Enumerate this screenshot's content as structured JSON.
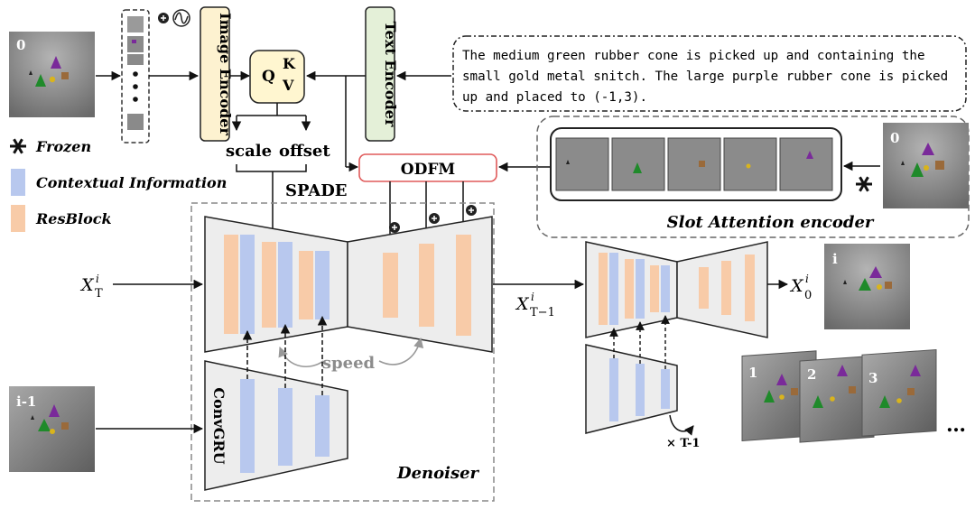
{
  "inputs": {
    "frame0_label": "0",
    "frame_prev_label": "i-1",
    "frame_out_label": "i",
    "slot_frame_label": "0"
  },
  "encoders": {
    "image_encoder": "Image Encoder",
    "text_encoder": "Text Encoder",
    "slot_attention": "Slot Attention encoder"
  },
  "attention": {
    "q": "Q",
    "k": "K",
    "v": "V"
  },
  "spade": {
    "scale": "scale",
    "offset": "offset",
    "name": "SPADE"
  },
  "odfm": "ODFM",
  "prompt": {
    "line1": "The medium green rubber cone is picked up and containing the",
    "line2": "small gold metal snitch. The large purple rubber cone is picked",
    "line3": "up and placed to (-1,3)."
  },
  "legend": {
    "frozen": "Frozen",
    "contextual": "Contextual Information",
    "resblock": "ResBlock"
  },
  "unet": {
    "convgru": "ConvGRU",
    "speed": "speed",
    "denoiser": "Denoiser",
    "input_var": "X",
    "input_sup": "i",
    "input_sub": "T",
    "mid_var": "X",
    "mid_sup": "i",
    "mid_sub": "T−1",
    "out_var": "X",
    "out_sup": "i",
    "out_sub": "0",
    "repeat": "× T-1"
  },
  "outputs": {
    "frames": [
      "1",
      "2",
      "3"
    ],
    "ellipsis": "…"
  },
  "colors": {
    "image_encoder_fill": "#fdf2d0",
    "text_encoder_fill": "#e4f0d8",
    "qkv_fill": "#fff6d0",
    "odfm_stroke": "#e05a5a",
    "contextual": "#b8c8ee",
    "resblock": "#f8cba8",
    "unet_fill": "#ededed"
  }
}
